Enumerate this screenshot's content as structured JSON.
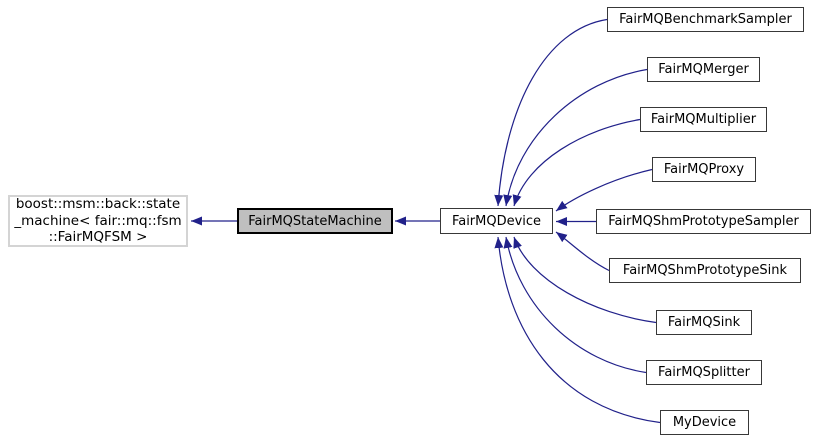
{
  "colors": {
    "arrow": "#21218a",
    "focus-fill": "#bfbfbf",
    "focus-border": "#000000",
    "node-border": "#383838",
    "base-border": "#d4d4d4",
    "bg": "#ffffff"
  },
  "graph": {
    "base_node": {
      "lines": [
        "boost::msm::back::state",
        "_machine< fair::mq::fsm",
        "::FairMQFSM >"
      ]
    },
    "focus_node": {
      "label": "FairMQStateMachine"
    },
    "device_node": {
      "label": "FairMQDevice"
    },
    "derived_nodes": [
      {
        "label": "FairMQBenchmarkSampler"
      },
      {
        "label": "FairMQMerger"
      },
      {
        "label": "FairMQMultiplier"
      },
      {
        "label": "FairMQProxy"
      },
      {
        "label": "FairMQShmPrototypeSampler"
      },
      {
        "label": "FairMQShmPrototypeSink"
      },
      {
        "label": "FairMQSink"
      },
      {
        "label": "FairMQSplitter"
      },
      {
        "label": "MyDevice"
      }
    ]
  }
}
